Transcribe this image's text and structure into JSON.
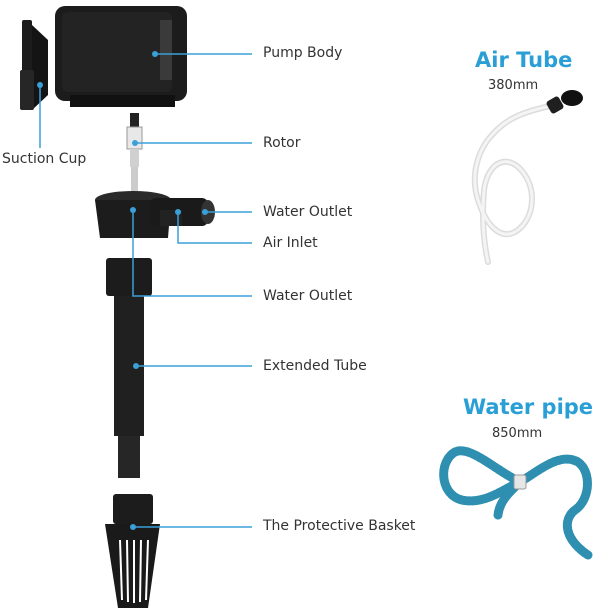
{
  "colors": {
    "accent": "#2a9fd6",
    "callout_line": "#3aa0d8",
    "part_black": "#1c1c1c",
    "water_pipe": "#2f8fb0"
  },
  "labels": {
    "pump_body": "Pump Body",
    "rotor": "Rotor",
    "suction_cup": "Suction Cup",
    "water_outlet_top": "Water Outlet",
    "air_inlet": "Air Inlet",
    "water_outlet_bottom": "Water Outlet",
    "extended_tube": "Extended Tube",
    "protective_basket": "The Protective Basket"
  },
  "accessories": {
    "air_tube": {
      "title": "Air Tube",
      "size": "380mm"
    },
    "water_pipe": {
      "title": "Water pipe",
      "size": "850mm"
    }
  }
}
